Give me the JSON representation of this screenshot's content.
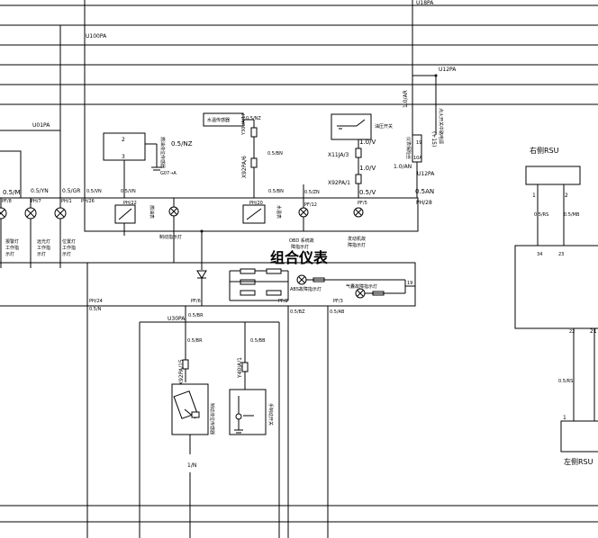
{
  "title": "组合仪表",
  "top_labels": {
    "u18pa": "U18PA",
    "u100pa": "U100PA",
    "u12pa": "U12PA",
    "u01pa": "U01PA",
    "u30pa": "U30PA"
  },
  "wires": {
    "w05vn": "0.5/VN",
    "w05gr": "0.5/GR",
    "w05m": "0.5/M",
    "w05yn": "0.5/YN",
    "w05nz": "0.5/NZ",
    "w05bn": "0.5/BN",
    "w05zn": "0.5/ZN",
    "w05v": "0.5/V",
    "w05an": "0.5AN",
    "w05bz": "0.5/BZ",
    "w05ab": "0.5/AB",
    "w05n": "0.5/N",
    "w05br": "0.5/BR",
    "w05bb": "0.5/BB",
    "w05mb": "0.5/MB",
    "w10v": "1.0/V",
    "w10an": "1.0/AN",
    "w10ar": "1.0/AR",
    "w05rs": "0.5/RS",
    "w1n": "1/N"
  },
  "pins": {
    "ph8": "PF/8",
    "ph7": "PH/7",
    "ph1": "PH/1",
    "ph26": "PH/26",
    "ph22": "PH/22",
    "ph20": "PH/20",
    "pf12": "PF/12",
    "pf5": "PF/5",
    "ph28": "PH/28",
    "ph24": "PH/24",
    "pf6": "PF/6",
    "pf2": "PF/2",
    "pf3": "PF/3"
  },
  "connectors": {
    "x92pa6": "X92PA/6",
    "x11ja3": "X11JA/3",
    "x92pa1": "X92PA/1",
    "x92pa15": "X92PA/15",
    "y40ja1": "Y40JA/1",
    "fuse_num": "19",
    "fuse_amp": "10A"
  },
  "components": {
    "water_sensor": "水温传感器",
    "water_wire": "0.5/NZ",
    "fuel_sensor_num2": "2",
    "fuel_sensor_num3": "3",
    "fuel_sensor_label": "燃油液位传感器",
    "ground_g07": "G07→A",
    "oil_switch": "油压开关",
    "power_label": "点火开关中路电源",
    "fuse_label": "仪表保险丝",
    "fuel_gauge": "燃油表",
    "water_gauge": "水温表",
    "brake_lamp": "制动指示灯",
    "lamp1": "报警灯工作指示灯",
    "lamp2": "远光灯工作指示灯",
    "lamp3": "位置灯工作指示灯",
    "obd_lamp": "OBD 系统故障指示灯",
    "engine_lamp": "发动机故障指示灯",
    "abs_lamp": "ABS故障指示灯",
    "airbag_lamp": "气囊故障指示灯",
    "brake_sensor": "制动液位传感器",
    "handbrake": "手制动开关",
    "rsu_right": "右侧RSU",
    "rsu_left": "左侧RSU",
    "rsu_pin1": "1",
    "rsu_pin2": "2",
    "rsu_pin34": "34",
    "rsu_pin23": "23",
    "rsu_pin22": "22",
    "rsu_pin21": "21",
    "left_pin1": "1"
  }
}
